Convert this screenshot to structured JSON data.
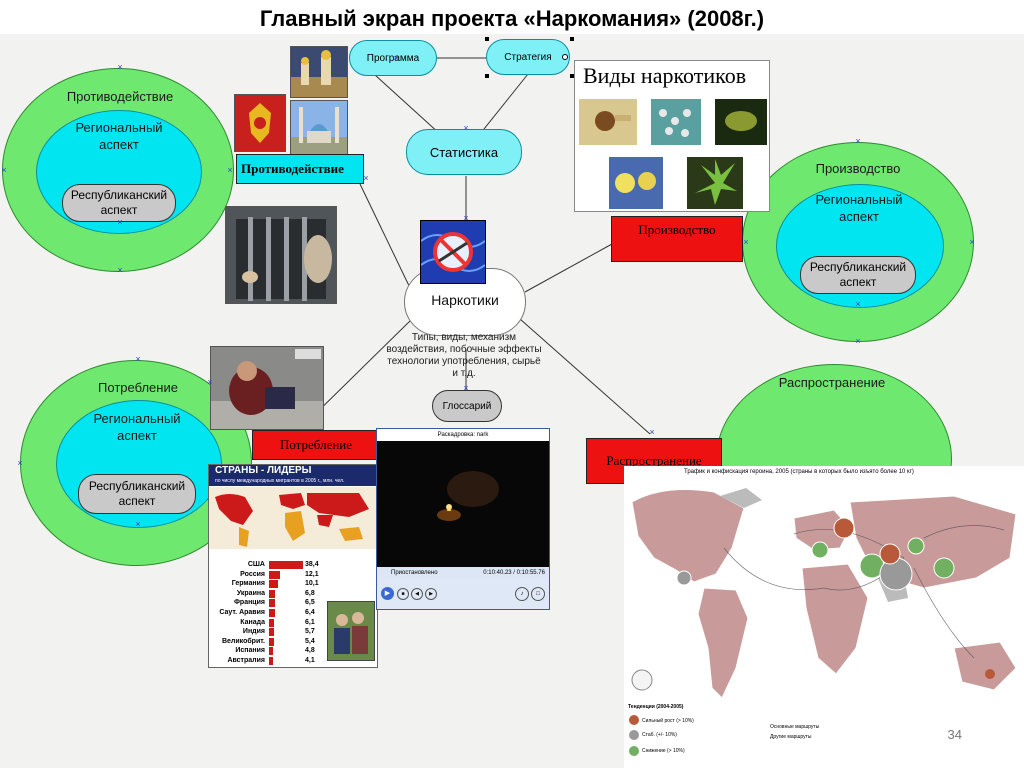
{
  "title": "Главный экран проекта «Наркомания» (2008г.)",
  "page_number": "34",
  "top_nodes": {
    "program": "Программа",
    "strategy": "Стратегия",
    "statistics": "Статистика",
    "glossary": "Глоссарий"
  },
  "center": {
    "title": "Наркотики",
    "description": "Типы, виды, механизм воздействия, побочные эффекты технологии употребления, сырьё и т.д."
  },
  "clusters": {
    "counteraction": {
      "outer": "Противодействие",
      "regional": "Региональный аспект",
      "republican": "Республиканский аспект",
      "label": "Противодействие"
    },
    "production": {
      "outer": "Производство",
      "regional": "Региональный аспект",
      "republican": "Республиканский аспект",
      "label": "Производство"
    },
    "consumption": {
      "outer": "Потребление",
      "regional": "Региональный аспект",
      "republican": "Республиканский аспект",
      "label": "Потребление"
    },
    "distribution": {
      "outer": "Распространение",
      "label": "Распространение"
    }
  },
  "drug_types_card": {
    "title": "Виды наркотиков"
  },
  "leaders_card": {
    "title": "СТРАНЫ - ЛИДЕРЫ",
    "subtitle": "по числу международных мигрантов в 2005 г., млн. чел.",
    "rows": [
      {
        "country": "США",
        "value": "38,4",
        "share": 1.0
      },
      {
        "country": "Россия",
        "value": "12,1",
        "share": 0.32
      },
      {
        "country": "Германия",
        "value": "10,1",
        "share": 0.27
      },
      {
        "country": "Украина",
        "value": "6,8",
        "share": 0.18
      },
      {
        "country": "Франция",
        "value": "6,5",
        "share": 0.17
      },
      {
        "country": "Саут. Аравия",
        "value": "6,4",
        "share": 0.17
      },
      {
        "country": "Канада",
        "value": "6,1",
        "share": 0.16
      },
      {
        "country": "Индия",
        "value": "5,7",
        "share": 0.15
      },
      {
        "country": "Великобрит.",
        "value": "5,4",
        "share": 0.14
      },
      {
        "country": "Испания",
        "value": "4,8",
        "share": 0.13
      },
      {
        "country": "Австралия",
        "value": "4,1",
        "share": 0.11
      }
    ]
  },
  "video_player": {
    "title": "Раскадровка: nark",
    "status": "Приостановлено",
    "time": "0:10:40.23 / 0:10:55.76"
  },
  "map_card": {
    "title": "Трафик и конфискация героина, 2005 (страны в которых было изъято более 10 кг)",
    "legend_trends": "Тенденции (2004-2005)",
    "legend_items": [
      "Сильный рост (> 10%)",
      "Стаб. (+/- 10%)",
      "Снижение (> 10%)"
    ],
    "route_items": [
      "Основные маршруты",
      "Другие маршруты"
    ]
  },
  "colors": {
    "outer_ring": "#6ee86e",
    "inner_ring": "#00e5f0",
    "pill": "#c9c9c9",
    "node": "#7ff0f5",
    "label_red": "#ee1111"
  }
}
